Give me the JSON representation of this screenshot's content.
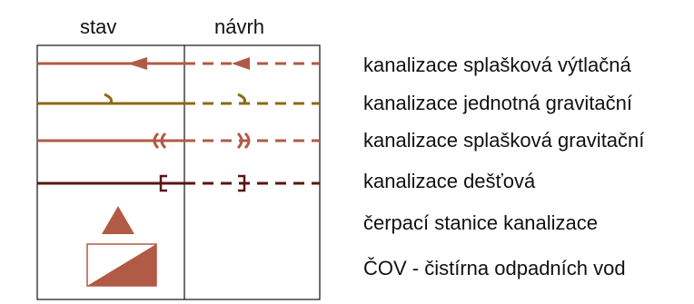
{
  "columns": {
    "existing": "stav",
    "proposed": "návrh"
  },
  "colors": {
    "sewer_reddish": "#B15A45",
    "combined_gold": "#8C6A12",
    "storm_dark": "#5A1414",
    "frame": "#111111"
  },
  "legend": [
    {
      "label": "kanalizace splašková výtlačná",
      "symbol": "line-with-arrow"
    },
    {
      "label": "kanalizace jednotná gravitační",
      "symbol": "line-with-single-bracket"
    },
    {
      "label": "kanalizace splašková gravitační",
      "symbol": "line-with-double-bracket"
    },
    {
      "label": "kanalizace dešťová",
      "symbol": "line-with-square-bracket"
    },
    {
      "label": "čerpací stanice kanalizace",
      "symbol": "triangle"
    },
    {
      "label": "ČOV - čistírna odpadních vod",
      "symbol": "diagonal-split-square"
    }
  ]
}
